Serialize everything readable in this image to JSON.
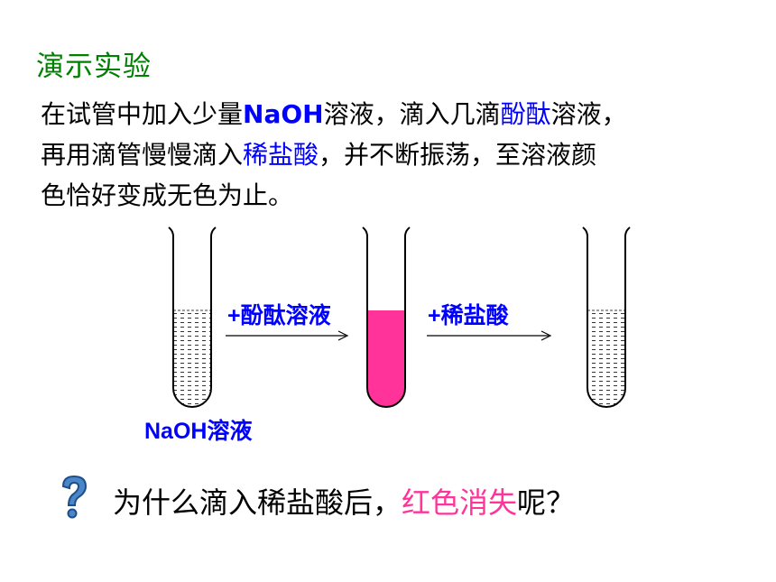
{
  "title": "演示实验",
  "paragraph": {
    "p1": "在试管中加入少量",
    "p2": "NaOH",
    "p3": "溶液，滴入几滴",
    "p4": "酚酞",
    "p5": "溶液，",
    "p6": "再用滴管慢慢滴入",
    "p7": "稀盐酸",
    "p8": "，并不断振荡，至溶液颜",
    "p9": "色恰好变成无色为止。"
  },
  "diagram": {
    "arrow1_label": "+酚酞溶液",
    "arrow2_label": "+稀盐酸",
    "tube1_label": "NaOH溶液",
    "colors": {
      "label": "#0000ff",
      "pink_liquid": "#ff3399",
      "outline": "#000000"
    }
  },
  "question": {
    "q1": "为什么滴入稀盐酸后，",
    "q2": "红色消失",
    "q3": "呢？",
    "icon": "question-mark-icon"
  }
}
